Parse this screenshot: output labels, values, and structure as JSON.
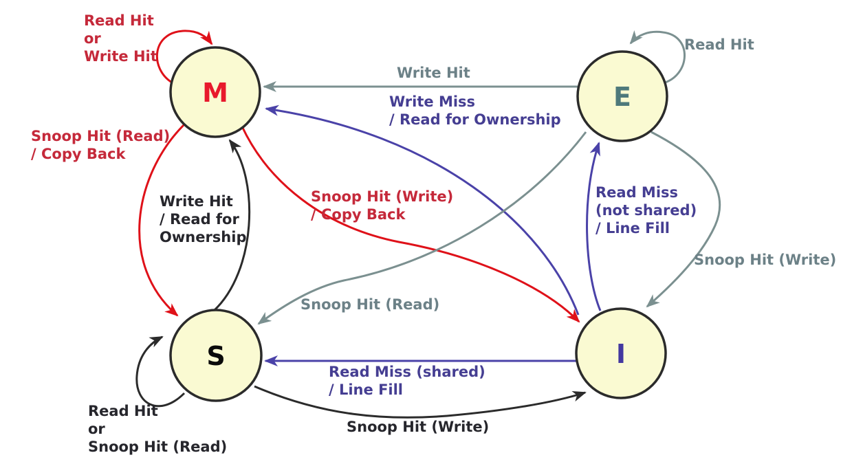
{
  "diagram": {
    "kind": "state-machine",
    "background": "#FFFFFF"
  },
  "palette": {
    "state_fill": "#FAFAD2",
    "state_border": "#2B2B2B",
    "red_arrow": "#DF1119",
    "crimson_text": "#C5293A",
    "gray_arrow": "#7B9090",
    "gray_text": "#6C8187",
    "purple_arrow": "#4A42A8",
    "purple_text": "#453E92",
    "black_arrow": "#2B2B2B",
    "black_text": "#26262C",
    "m_letter": "#E8192C",
    "e_letter": "#4E797B",
    "s_letter": "#0A0A0A",
    "i_letter": "#4338A0"
  },
  "states": [
    {
      "id": "modified",
      "label": "M"
    },
    {
      "id": "exclusive",
      "label": "E"
    },
    {
      "id": "shared",
      "label": "S"
    },
    {
      "id": "invalid",
      "label": "I"
    }
  ],
  "transitions": [
    {
      "from": "M",
      "to": "M",
      "color": "red",
      "label": "Read Hit\nor\nWrite Hit"
    },
    {
      "from": "E",
      "to": "E",
      "color": "gray",
      "label": "Read Hit"
    },
    {
      "from": "E",
      "to": "M",
      "color": "gray",
      "label": "Write Hit"
    },
    {
      "from": "I",
      "to": "M",
      "color": "purple",
      "label": "Write Miss\n/ Read for Ownership"
    },
    {
      "from": "M",
      "to": "S",
      "color": "red",
      "label": "Snoop Hit (Read)\n/ Copy Back"
    },
    {
      "from": "S",
      "to": "M",
      "color": "black",
      "label": "Write Hit\n/ Read for\nOwnership"
    },
    {
      "from": "M",
      "to": "I",
      "color": "red",
      "label": "Snoop Hit (Write)\n/ Copy Back"
    },
    {
      "from": "E",
      "to": "S",
      "color": "gray",
      "label": "Snoop Hit (Read)"
    },
    {
      "from": "I",
      "to": "E",
      "color": "purple",
      "label": "Read Miss\n(not shared)\n/ Line Fill"
    },
    {
      "from": "E",
      "to": "I",
      "color": "gray",
      "label": "Snoop Hit (Write)"
    },
    {
      "from": "I",
      "to": "S",
      "color": "purple",
      "label": "Read Miss (shared)\n/ Line Fill"
    },
    {
      "from": "S",
      "to": "I",
      "color": "black",
      "label": "Snoop Hit (Write)"
    },
    {
      "from": "S",
      "to": "S",
      "color": "black",
      "label": "Read Hit\nor\nSnoop Hit (Read)"
    }
  ]
}
